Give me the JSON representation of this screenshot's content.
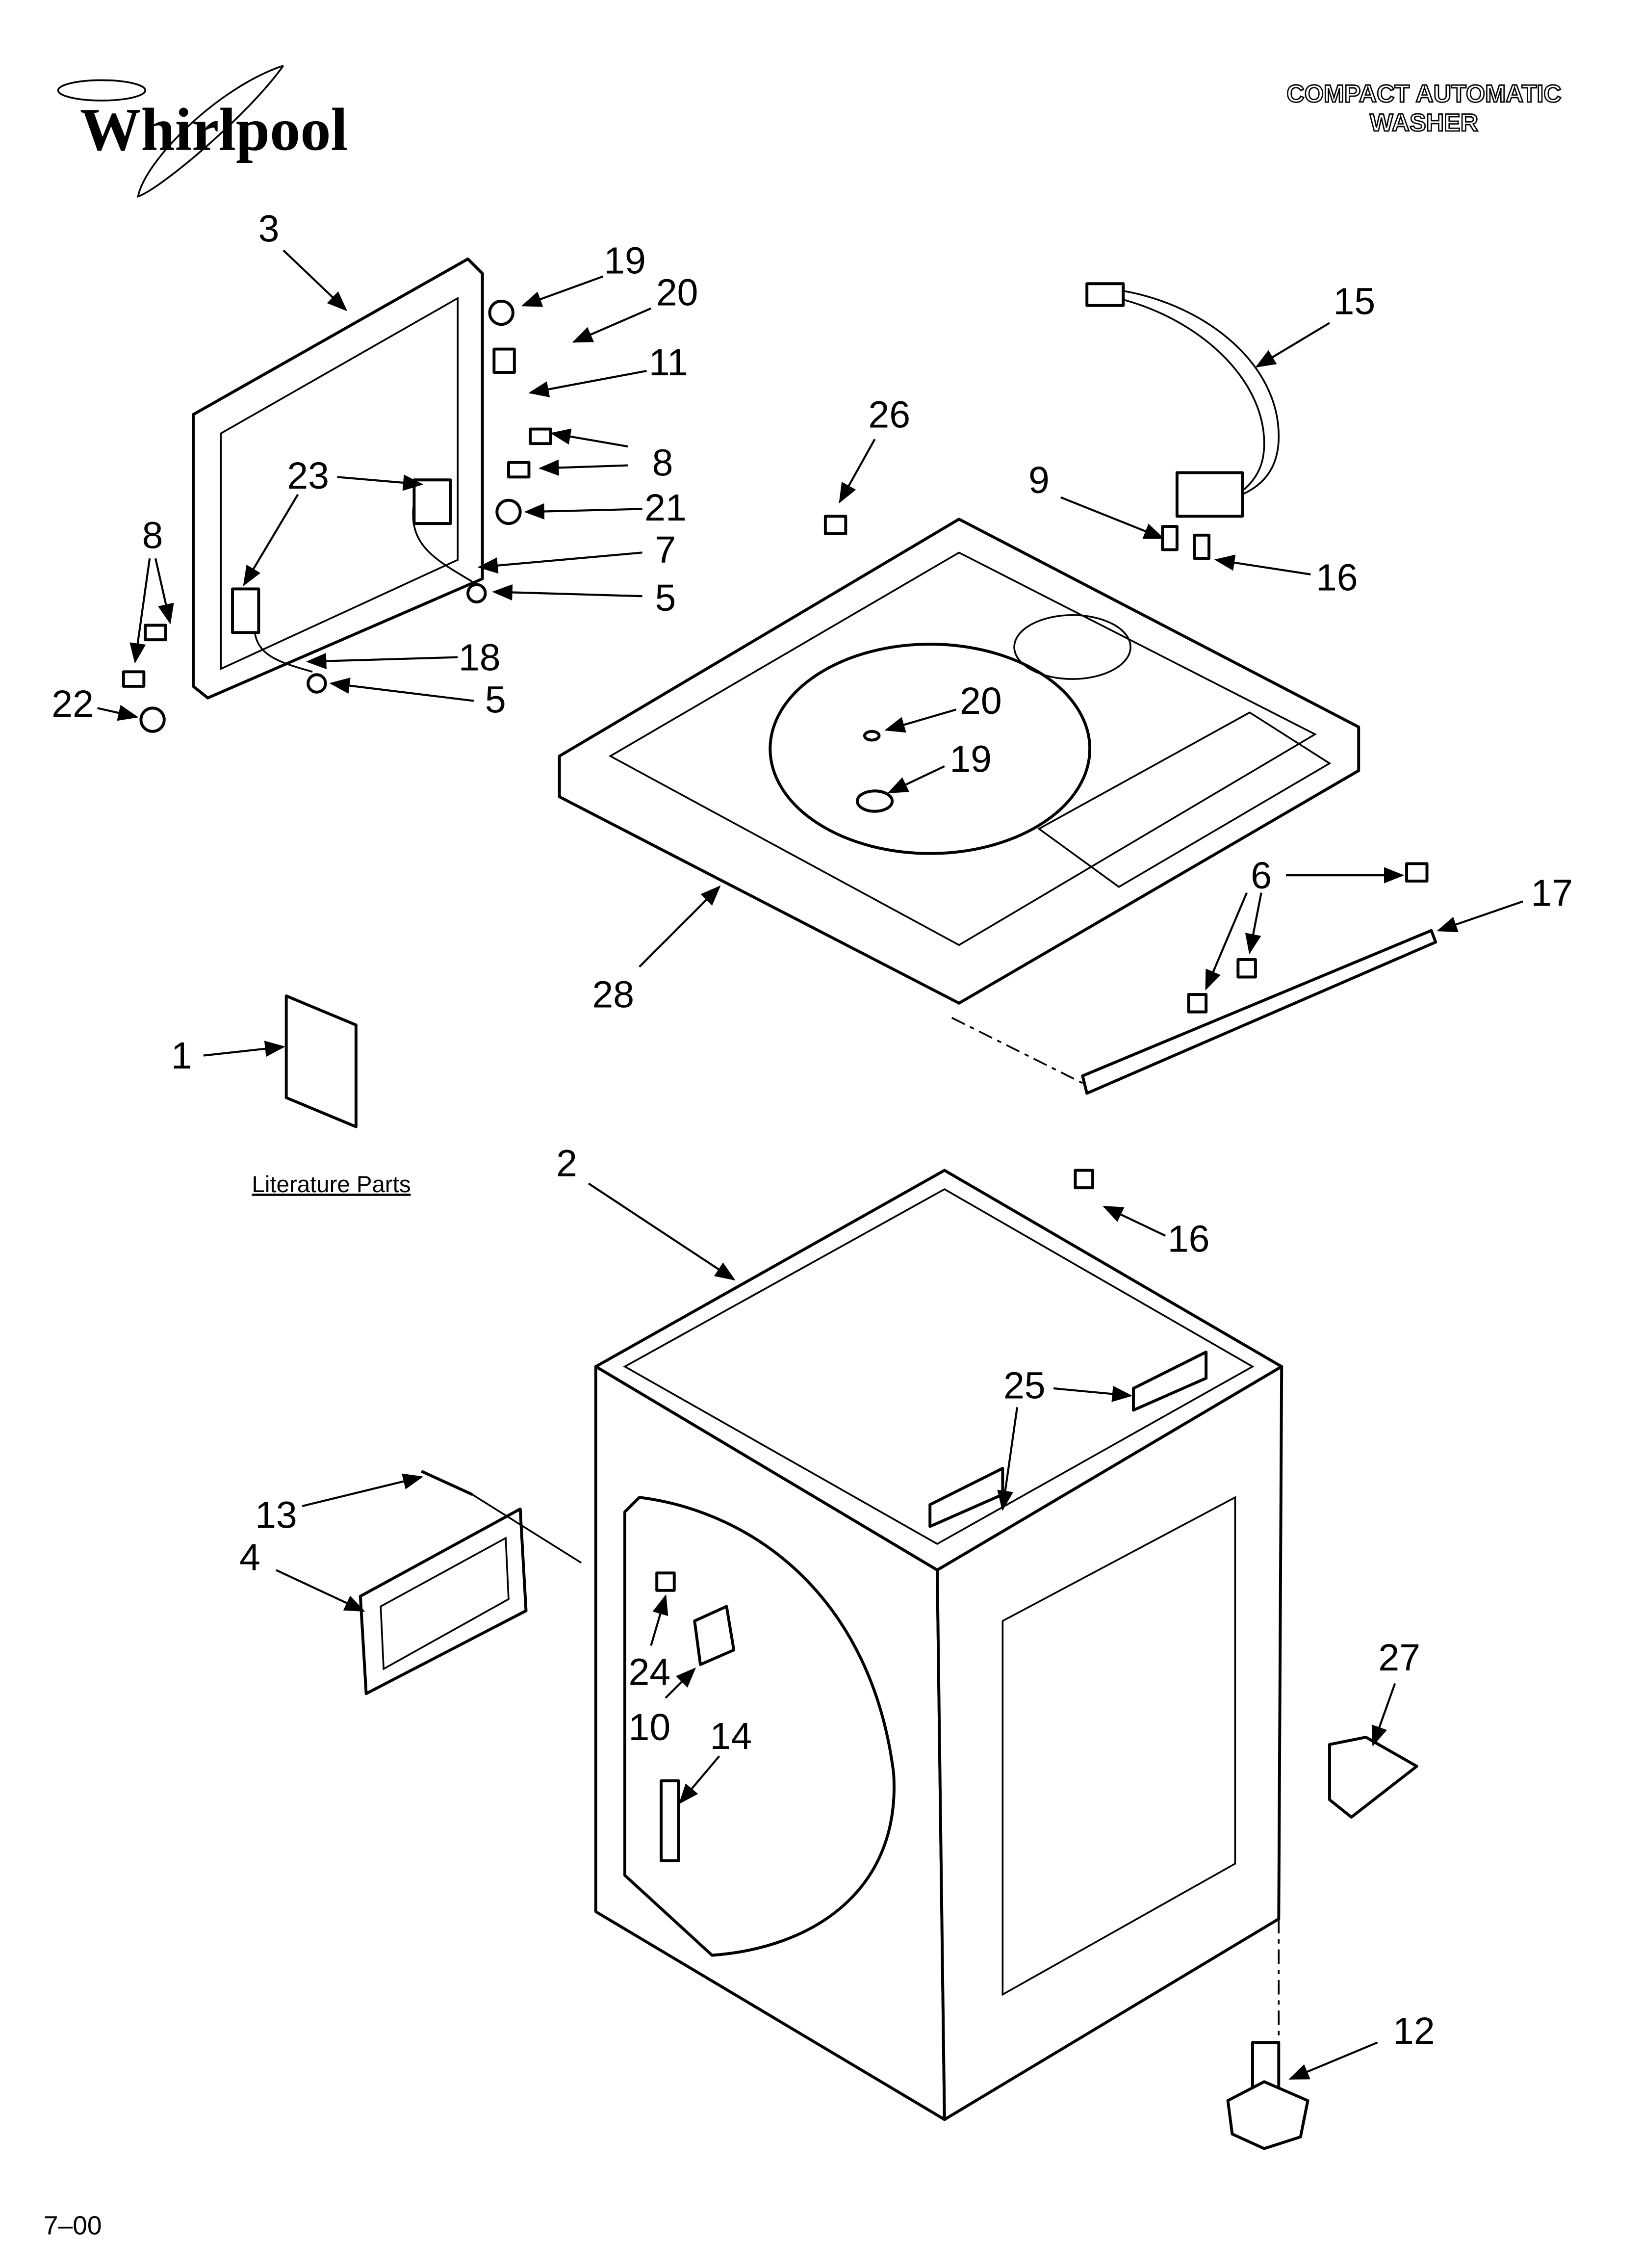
{
  "brand": {
    "logo_text": "Whirlpool"
  },
  "header": {
    "title_line1": "COMPACT AUTOMATIC",
    "title_line2": "WASHER"
  },
  "literature_label": "Literature Parts",
  "footer": {
    "date_code": "7–00"
  },
  "callouts": [
    "3",
    "19",
    "20",
    "11",
    "8",
    "23",
    "21",
    "7",
    "5",
    "8",
    "18",
    "5",
    "22",
    "26",
    "9",
    "15",
    "16",
    "20",
    "19",
    "28",
    "6",
    "17",
    "1",
    "2",
    "16",
    "25",
    "13",
    "4",
    "24",
    "10",
    "14",
    "27",
    "12"
  ]
}
